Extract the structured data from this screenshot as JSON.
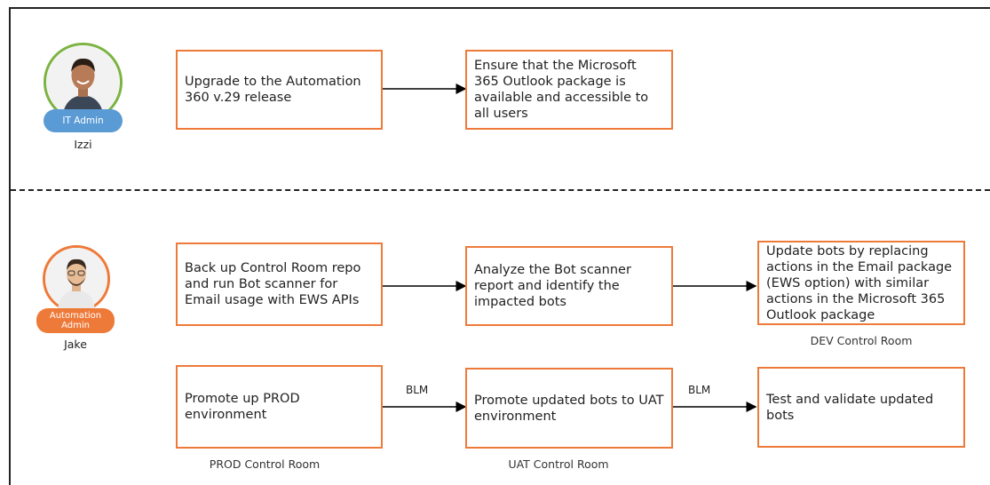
{
  "admins": {
    "it": {
      "name": "Izzi",
      "role": "IT Admin",
      "ring_color": "#7cb342",
      "badge_color": "#5b9bd5"
    },
    "automation": {
      "name": "Jake",
      "role": "Automation Admin",
      "ring_color": "#ee7a3a",
      "badge_color": "#ee7a3a"
    }
  },
  "steps": {
    "upgrade": "Upgrade to the Automation 360 v.29 release",
    "ensure_outlook": "Ensure that the Microsoft 365 Outlook package is available and accessible to all users",
    "backup": "Back up Control Room repo and run Bot scanner for Email usage with EWS APIs",
    "analyze": "Analyze the Bot scanner report and identify the impacted bots",
    "update_bots": "Update bots by replacing actions in the Email package (EWS option) with similar actions in the Microsoft 365 Outlook package",
    "promote_prod": "Promote up PROD environment",
    "promote_uat": "Promote updated bots to UAT environment",
    "test": "Test and validate updated bots"
  },
  "captions": {
    "dev": "DEV Control Room",
    "prod": "PROD Control Room",
    "uat": "UAT Control Room"
  },
  "edges": {
    "blm_1": "BLM",
    "blm_2": "BLM"
  },
  "colors": {
    "box_border": "#ee7a3a",
    "arrow": "#000000"
  }
}
